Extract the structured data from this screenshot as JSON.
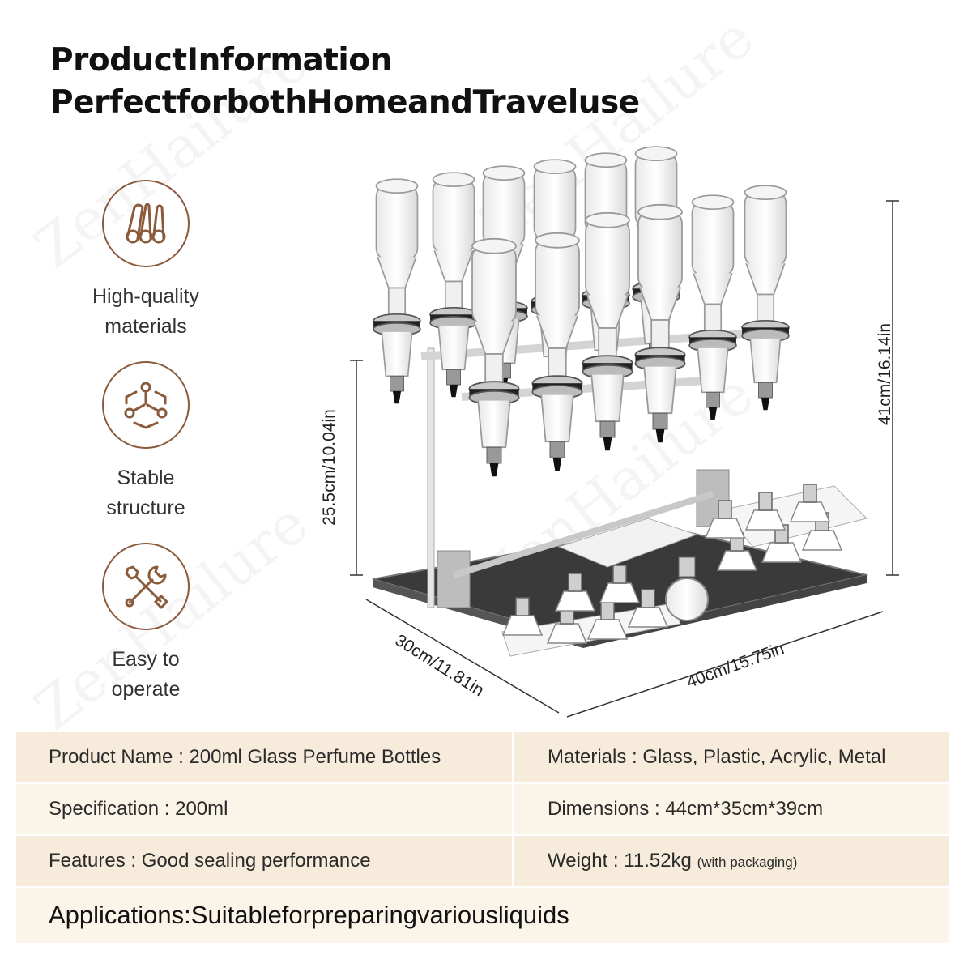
{
  "heading": {
    "line1": "ProductInformation",
    "line2": "PerfectforbothHomeandTraveluse"
  },
  "watermark": {
    "text": "ZenHailure"
  },
  "features": [
    {
      "icon": "materials-icon",
      "label": "High-quality\nmaterials"
    },
    {
      "icon": "structure-icon",
      "label": "Stable\nstructure"
    },
    {
      "icon": "tools-icon",
      "label": "Easy to\noperate"
    }
  ],
  "dimensions": {
    "height_total": "41cm/16.14in",
    "height_frame": "25.5cm/10.04in",
    "depth": "30cm/11.81in",
    "width": "40cm/15.75in"
  },
  "specs": {
    "product_name_label": "Product Name",
    "product_name_value": "200ml Glass Perfume Bottles",
    "materials_label": "Materials",
    "materials_value": "Glass, Plastic, Acrylic, Metal",
    "specification_label": "Specification",
    "specification_value": "200ml",
    "dimensions_label": "Dimensions",
    "dimensions_value": "44cm*35cm*39cm",
    "features_label": "Features",
    "features_value": "Good sealing performance",
    "weight_label": "Weight",
    "weight_value": "11.52kg",
    "weight_note": "(with packaging)",
    "applications_label": "Applications:",
    "applications_value": "Suitableforpreparingvariousliquids"
  },
  "colors": {
    "accent_brown": "#8a5a3b",
    "table_bg": "#f7ecdb",
    "table_bg_alt": "#fbf4e8"
  }
}
